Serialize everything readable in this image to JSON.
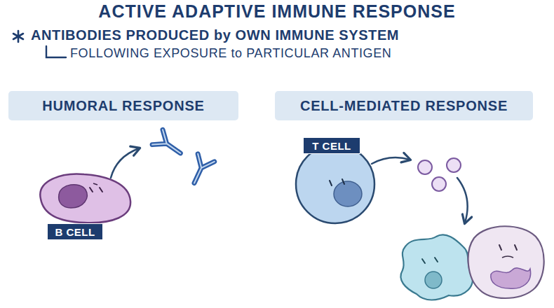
{
  "diagram": {
    "title": "ACTIVE ADAPTIVE IMMUNE RESPONSE",
    "nodes": [
      {
        "text": [
          "HUMORAL RESPONSE"
        ]
      },
      {
        "text": [
          "CELL-MEDIATED RESPONSE"
        ]
      },
      {
        "text": [
          "B CELL"
        ]
      },
      {
        "text": [
          "T CELL"
        ]
      }
    ],
    "labels": [
      "ANTIBODIES PRODUCED by OWN IMMUNE SYSTEM",
      "FOLLOWING EXPOSURE to PARTICULAR ANTIGEN"
    ]
  }
}
